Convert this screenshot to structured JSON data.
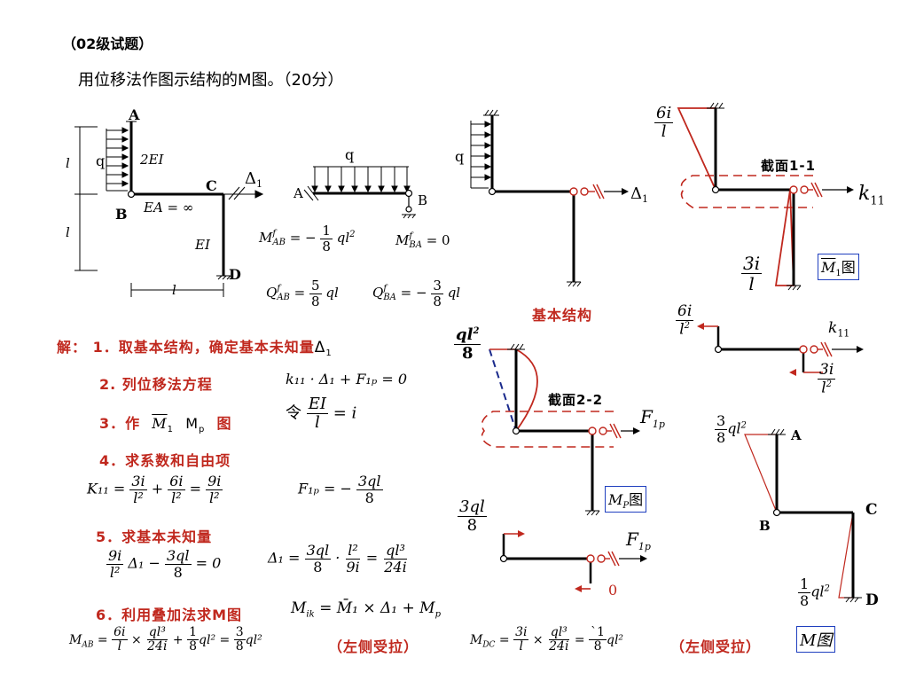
{
  "header": {
    "exam_tag": "（02级试题）",
    "question": "用位移法作图示结构的M图。（20分）"
  },
  "fig1": {
    "A": "A",
    "B": "B",
    "C": "C",
    "D": "D",
    "q": "q",
    "EI2": "2EI",
    "EA": "EA = ∞",
    "EI": "EI",
    "l": "l",
    "delta": "Δ",
    "delta_sub": "1"
  },
  "fig2": {
    "q": "q",
    "A": "A",
    "B": "B",
    "M": "M",
    "f": "f",
    "AB": "AB",
    "BA": "BA",
    "mab_rhs": "= −",
    "num1": "1",
    "den8": "8",
    "ql2": "ql",
    "sq": "2",
    "mba_rhs": "= 0",
    "Q": "Q",
    "qab_rhs": "=",
    "num5": "5",
    "ql": "ql",
    "qba_rhs": "= −",
    "num3": "3"
  },
  "fig3": {
    "q": "q",
    "delta": "Δ",
    "sub": "1",
    "label": "基本结构"
  },
  "fig4": {
    "top_num": "6i",
    "top_den": "l",
    "section": "截面1-1",
    "k": "k",
    "k_sub": "11",
    "bot_num": "3i",
    "bot_den": "l",
    "m_label": "M",
    "m_sub": "1",
    "m_suffix": "图"
  },
  "fig5": {
    "left_num": "6i",
    "left_den": "l",
    "left_sq": "2",
    "k": "k",
    "k_sub": "11",
    "right_num": "3i",
    "right_den": "l",
    "right_sq": "2"
  },
  "fig6": {
    "num": "ql",
    "num_sq": "2",
    "den": "8",
    "section": "截面2-2",
    "F": "F",
    "F_sub": "1p",
    "m_label": "M",
    "m_sub": "P",
    "m_suffix": "图"
  },
  "fig7": {
    "num": "3ql",
    "den": "8",
    "F": "F",
    "F_sub": "1p",
    "zero": "0"
  },
  "fig8": {
    "top_num_a": "3",
    "top_den": "8",
    "top_ql": "ql",
    "top_sq": "2",
    "A": "A",
    "B": "B",
    "C": "C",
    "D": "D",
    "bot_num": "1",
    "bot_den": "8",
    "bot_ql": "ql",
    "bot_sq": "2",
    "m_label": "M图"
  },
  "solution": {
    "s1_prefix": "解：",
    "s1": "1．取基本结构，确定基本未知量",
    "s1_delta": "Δ",
    "s1_sub": "1",
    "s2": "2.  列位移法方程",
    "s2_eq": "k₁₁ · Δ₁ + F₁ₚ = 0",
    "s3": "3．作",
    "s3_m": "M",
    "s3_msub": "1",
    "s3_mp": "M",
    "s3_mpsub": "p",
    "s3_tu": "图",
    "s3_ling": "令",
    "s3_num": "EI",
    "s3_den": "l",
    "s3_eq": "= i",
    "s4": "4．求系数和自由项",
    "k11_lhs": "K₁₁ =",
    "k11_n1": "3i",
    "k11_n2": "6i",
    "k11_n3": "9i",
    "k11_d": "l²",
    "f1p_lhs": "F₁ₚ = −",
    "f1p_num": "3ql",
    "f1p_den": "8",
    "s5": "5．求基本未知量",
    "e5_n1": "9i",
    "e5_d1": "l²",
    "e5_mid": "Δ₁ −",
    "e5_n2": "3ql",
    "e5_d2": "8",
    "e5_rhs": "= 0",
    "d1_lhs": "Δ₁ =",
    "d1_n1": "3ql",
    "d1_d1": "8",
    "d1_n2": "l²",
    "d1_d2": "9i",
    "d1_n3": "ql³",
    "d1_d3": "24i",
    "s6": "6．利用叠加法求M图",
    "s6_eq": "M",
    "s6_eq_sub": "ik",
    "s6_eq_rhs": "= M̄₁ × Δ₁ + M",
    "s6_eq_sub2": "p",
    "mab_lhs": "M",
    "mab_sub": "AB",
    "mab_n1": "6i",
    "mab_d1": "l",
    "mab_n2": "ql³",
    "mab_d2": "24i",
    "mab_n3": "1",
    "mab_d3": "8",
    "mab_ql2": "ql²",
    "mab_n4": "3",
    "mab_d4": "8",
    "mab_note": "（左侧受拉）",
    "mdc_lhs": "M",
    "mdc_sub": "DC",
    "mdc_n1": "3i",
    "mdc_d1": "l",
    "mdc_n2": "ql³",
    "mdc_d2": "24i",
    "mdc_n3": "`1",
    "mdc_d3": "8",
    "mdc_note": "（左侧受拉）"
  },
  "colors": {
    "red": "#c0281e",
    "blue": "#1f3fbf",
    "navy": "#1a2a8c"
  }
}
